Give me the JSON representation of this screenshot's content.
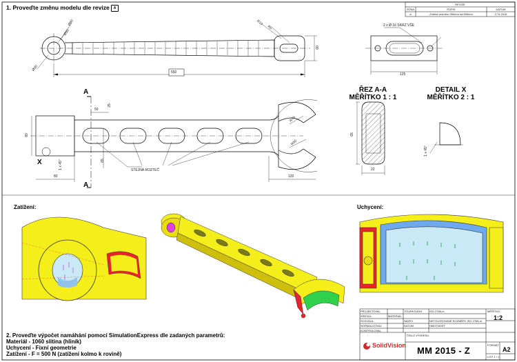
{
  "task1": {
    "text": "1. Proveďte změnu modelu dle revize",
    "rev_mark": "A"
  },
  "revision_table": {
    "title": "REVIZE",
    "headers": [
      "ZÓNA",
      "POPIS",
      "DATUM"
    ],
    "row": {
      "rev": "a",
      "desc": "Změna rozměru 550mm na 600mm",
      "date": "17.6.2015"
    }
  },
  "views": {
    "section_title": "ŘEZ A-A\nMĚŘÍTKO 1 : 1",
    "detail_title": "DETAIL X\nMĚŘÍTKO 2 : 1",
    "section_mark": "A",
    "detail_mark": "X",
    "holes_note": "2 x Ø 16 SKRZ VŠE",
    "equal_pitch": "STEJNÁ ROZTEČ",
    "chamfer": "1 x 45°",
    "chamfer_detail": "1 x 45°"
  },
  "dims": {
    "top_d1": "Ø60",
    "top_d2": "Ø30",
    "top_d3": "Ø30",
    "top_r1": "R10",
    "top_r2": "R5",
    "top_len": "550",
    "top_h": "60",
    "side_w": "125",
    "front_50": "50",
    "front_25": "25",
    "front_80": "80",
    "front_65": "65",
    "front_80b": "80",
    "front_120": "120",
    "front_r75": "R75",
    "front_r50": "R50",
    "sec_h": "65",
    "sec_w": "22"
  },
  "labels": {
    "zatizeni": "Zatížení:",
    "uchyceni": "Uchycení:"
  },
  "task2": {
    "line1": "2. Proveďte výpočet namáhání pomocí SimulationExpress dle zadaných parametrů:",
    "line2": "Materiál - 1060 slitina      (hliník)",
    "line3": "Uchycení - Fixní geometrie",
    "line4": "Zatížení - F = 500 N (zatížení kolmo k rovině)"
  },
  "title_block": {
    "logo": "SolidVision",
    "drawing_no_label": "ČÍSLO VÝKRESU",
    "drawing_no": "MM 2015 - Z",
    "scale_label": "MĚŘÍTKO",
    "scale": "1:2",
    "format_label": "FORMÁT",
    "format": "A2",
    "sheet": "LIST 1 / 1",
    "fields": [
      "PROJEKTOVAL",
      "KRESLIL",
      "SCHVÁLIL",
      "NORMALIZOVAL",
      "KONTROLOVAL",
      "TOLEROVÁNÍ",
      "ISO 2768-m",
      "MATERIÁL",
      "NÁZEV",
      "DATUM",
      "HMOTNOST"
    ],
    "rough_note": "NETOLEROVANÉ ROZMĚRY ISO 2768-m"
  },
  "colors": {
    "part": "#f4ee1a",
    "fixture": "#c9e9f7",
    "fixed": "#e8232a",
    "green": "#2fd14a",
    "magenta": "#e040e0",
    "logo_red": "#d12a2a"
  }
}
